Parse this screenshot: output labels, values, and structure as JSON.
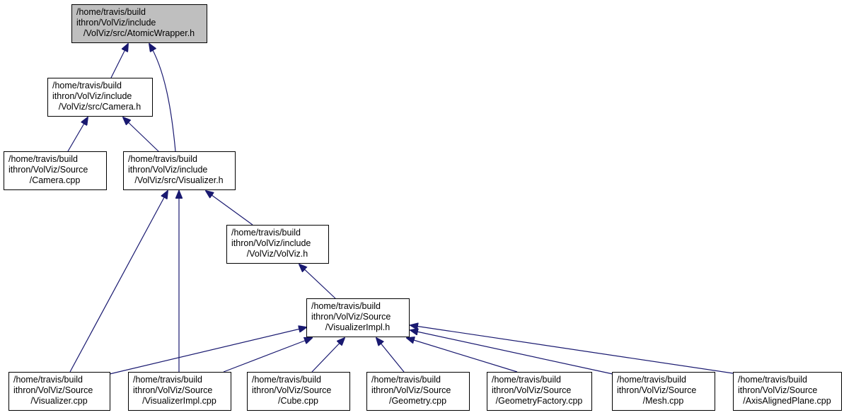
{
  "diagram": {
    "type": "include-dependency-graph",
    "colors": {
      "edge": "#191970",
      "focus_fill": "#bfbfbf",
      "node_fill": "#ffffff",
      "border": "#000000",
      "text": "#000000"
    },
    "nodes": [
      {
        "id": "atomicwrapper_h",
        "focus": true,
        "lines": [
          "/home/travis/build",
          "ithron/VolViz/include",
          "/VolViz/src/AtomicWrapper.h"
        ]
      },
      {
        "id": "camera_h",
        "lines": [
          "/home/travis/build",
          "ithron/VolViz/include",
          "/VolViz/src/Camera.h"
        ]
      },
      {
        "id": "camera_cpp",
        "lines": [
          "/home/travis/build",
          "ithron/VolViz/Source",
          "/Camera.cpp"
        ]
      },
      {
        "id": "visualizer_h",
        "lines": [
          "/home/travis/build",
          "ithron/VolViz/include",
          "/VolViz/src/Visualizer.h"
        ]
      },
      {
        "id": "volviz_h",
        "lines": [
          "/home/travis/build",
          "ithron/VolViz/include",
          "/VolViz/VolViz.h"
        ]
      },
      {
        "id": "visualizerimpl_h",
        "lines": [
          "/home/travis/build",
          "ithron/VolViz/Source",
          "/VisualizerImpl.h"
        ]
      },
      {
        "id": "visualizer_cpp",
        "lines": [
          "/home/travis/build",
          "ithron/VolViz/Source",
          "/Visualizer.cpp"
        ]
      },
      {
        "id": "visualizerimpl_cpp",
        "lines": [
          "/home/travis/build",
          "ithron/VolViz/Source",
          "/VisualizerImpl.cpp"
        ]
      },
      {
        "id": "cube_cpp",
        "lines": [
          "/home/travis/build",
          "ithron/VolViz/Source",
          "/Cube.cpp"
        ]
      },
      {
        "id": "geometry_cpp",
        "lines": [
          "/home/travis/build",
          "ithron/VolViz/Source",
          "/Geometry.cpp"
        ]
      },
      {
        "id": "geometryfactory_cpp",
        "lines": [
          "/home/travis/build",
          "ithron/VolViz/Source",
          "/GeometryFactory.cpp"
        ]
      },
      {
        "id": "mesh_cpp",
        "lines": [
          "/home/travis/build",
          "ithron/VolViz/Source",
          "/Mesh.cpp"
        ]
      },
      {
        "id": "axisalignedplane_cpp",
        "lines": [
          "/home/travis/build",
          "ithron/VolViz/Source",
          "/AxisAlignedPlane.cpp"
        ]
      }
    ],
    "edges": [
      {
        "from": "camera_h",
        "to": "atomicwrapper_h"
      },
      {
        "from": "visualizer_h",
        "to": "atomicwrapper_h"
      },
      {
        "from": "camera_cpp",
        "to": "camera_h"
      },
      {
        "from": "visualizer_h",
        "to": "camera_h"
      },
      {
        "from": "visualizer_cpp",
        "to": "visualizer_h"
      },
      {
        "from": "visualizerimpl_cpp",
        "to": "visualizer_h"
      },
      {
        "from": "volviz_h",
        "to": "visualizer_h"
      },
      {
        "from": "visualizerimpl_h",
        "to": "volviz_h"
      },
      {
        "from": "visualizer_cpp",
        "to": "visualizerimpl_h"
      },
      {
        "from": "visualizerimpl_cpp",
        "to": "visualizerimpl_h"
      },
      {
        "from": "cube_cpp",
        "to": "visualizerimpl_h"
      },
      {
        "from": "geometry_cpp",
        "to": "visualizerimpl_h"
      },
      {
        "from": "geometryfactory_cpp",
        "to": "visualizerimpl_h"
      },
      {
        "from": "mesh_cpp",
        "to": "visualizerimpl_h"
      },
      {
        "from": "axisalignedplane_cpp",
        "to": "visualizerimpl_h"
      }
    ]
  }
}
